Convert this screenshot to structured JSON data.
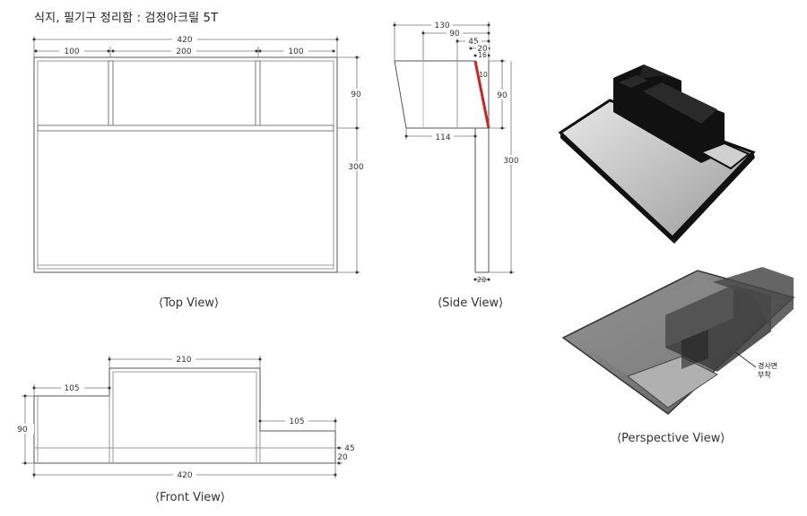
{
  "title": "식지, 필기구 정리함 : 검정아크릴 5T",
  "views": {
    "top": {
      "caption": "⟨Top View⟩",
      "dims": {
        "total_width": "420",
        "left": "100",
        "middle": "200",
        "right": "100",
        "compartment_depth": "90",
        "total_depth": "300"
      }
    },
    "side": {
      "caption": "⟨Side View⟩",
      "dims": {
        "top_width": "130",
        "d90": "90",
        "d45": "45",
        "d20": "20",
        "d16": "16",
        "slope": "10",
        "height": "90",
        "base": "114",
        "total": "300",
        "foot": "20"
      }
    },
    "front": {
      "caption": "⟨Front View⟩",
      "dims": {
        "center": "210",
        "left": "105",
        "right": "105",
        "height": "90",
        "d45": "45",
        "d20": "20",
        "total": "420"
      }
    },
    "perspective": {
      "caption": "⟨Perspective View⟩",
      "note": "경사면\n부착"
    }
  },
  "colors": {
    "line": "#444444",
    "dim": "#666666",
    "accent": "#d42020",
    "black_acrylic": "#111111",
    "tray": "#bdbdbd"
  }
}
